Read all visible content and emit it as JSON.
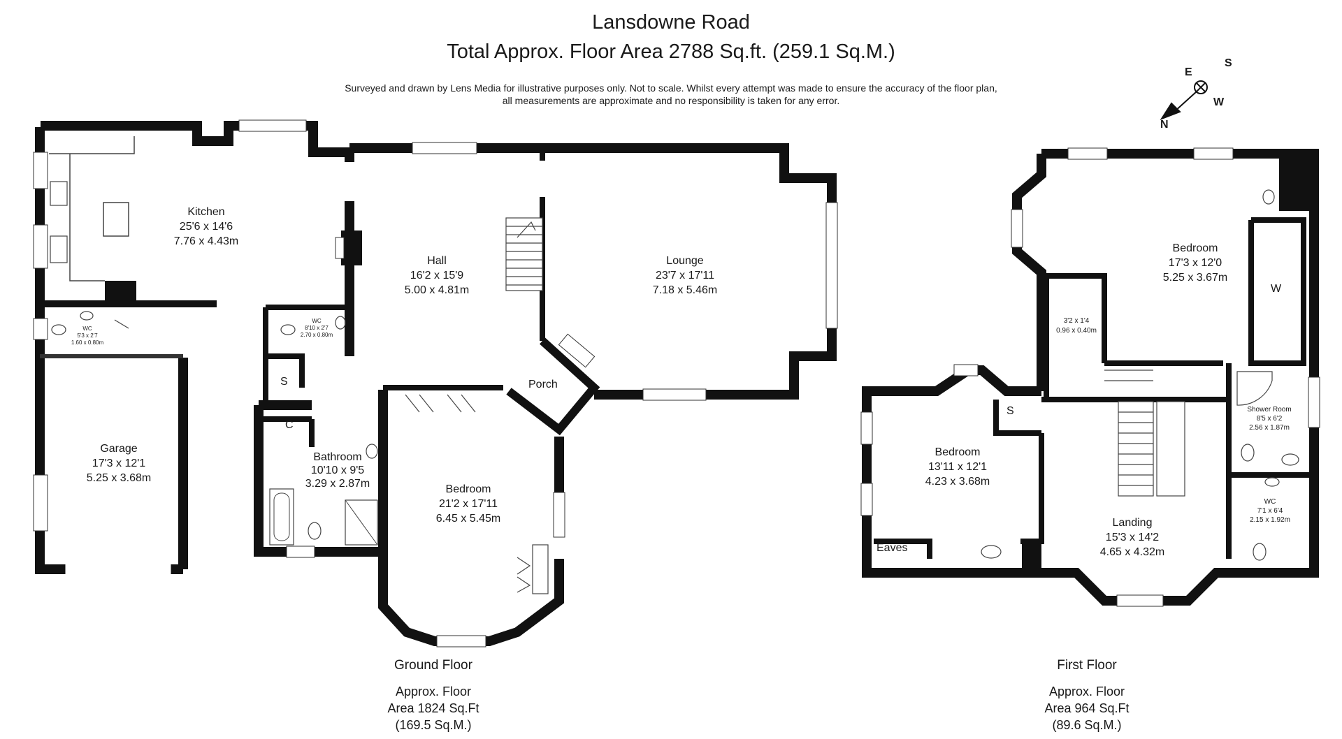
{
  "header": {
    "title": "Lansdowne Road",
    "subtitle": "Total Approx. Floor Area 2788 Sq.ft. (259.1 Sq.M.)",
    "disclaimer_line1": "Surveyed and drawn by Lens Media for illustrative purposes only. Not to scale. Whilst every attempt was made to ensure the accuracy of the floor plan,",
    "disclaimer_line2": "all measurements are approximate and no responsibility is taken for any error."
  },
  "compass": {
    "e": "E",
    "s": "S",
    "w": "W",
    "n": "N"
  },
  "ground_floor": {
    "name": "Ground Floor",
    "area_line1": "Approx. Floor",
    "area_line2": "Area 1824 Sq.Ft",
    "area_line3": "(169.5 Sq.M.)",
    "rooms": {
      "kitchen": {
        "name": "Kitchen",
        "imperial": "25'6 x 14'6",
        "metric": "7.76 x 4.43m"
      },
      "hall": {
        "name": "Hall",
        "imperial": "16'2 x 15'9",
        "metric": "5.00 x 4.81m"
      },
      "lounge": {
        "name": "Lounge",
        "imperial": "23'7 x 17'11",
        "metric": "7.18 x 5.46m"
      },
      "wc1": {
        "name": "WC",
        "imperial": "5'3 x 2'7",
        "metric": "1.60 x 0.80m"
      },
      "wc2": {
        "name": "WC",
        "imperial": "8'10 x 2'7",
        "metric": "2.70 x 0.80m"
      },
      "store": {
        "name": "S"
      },
      "cupboard": {
        "name": "C"
      },
      "porch": {
        "name": "Porch"
      },
      "garage": {
        "name": "Garage",
        "imperial": "17'3 x 12'1",
        "metric": "5.25 x 3.68m"
      },
      "bathroom": {
        "name": "Bathroom",
        "imperial": "10'10 x 9'5",
        "metric": "3.29 x 2.87m"
      },
      "bedroom": {
        "name": "Bedroom",
        "imperial": "21'2 x 17'11",
        "metric": "6.45 x 5.45m"
      }
    }
  },
  "first_floor": {
    "name": "First Floor",
    "area_line1": "Approx. Floor",
    "area_line2": "Area 964 Sq.Ft",
    "area_line3": "(89.6 Sq.M.)",
    "rooms": {
      "bedroom_main": {
        "name": "Bedroom",
        "imperial": "17'3 x 12'0",
        "metric": "5.25 x 3.67m"
      },
      "wardrobe": {
        "name": "W"
      },
      "closet": {
        "imperial": "3'2 x 1'4",
        "metric": "0.96 x 0.40m"
      },
      "bedroom2": {
        "name": "Bedroom",
        "imperial": "13'11 x 12'1",
        "metric": "4.23 x 3.68m"
      },
      "store": {
        "name": "S"
      },
      "shower": {
        "name": "Shower Room",
        "imperial": "8'5 x 6'2",
        "metric": "2.56 x 1.87m"
      },
      "wc": {
        "name": "WC",
        "imperial": "7'1 x 6'4",
        "metric": "2.15 x 1.92m"
      },
      "landing": {
        "name": "Landing",
        "imperial": "15'3 x 14'2",
        "metric": "4.65 x 4.32m"
      },
      "eaves": {
        "name": "Eaves"
      }
    }
  },
  "colors": {
    "wall": "#111111",
    "fixture": "#555555",
    "text": "#1a1a1a",
    "background": "#ffffff"
  }
}
